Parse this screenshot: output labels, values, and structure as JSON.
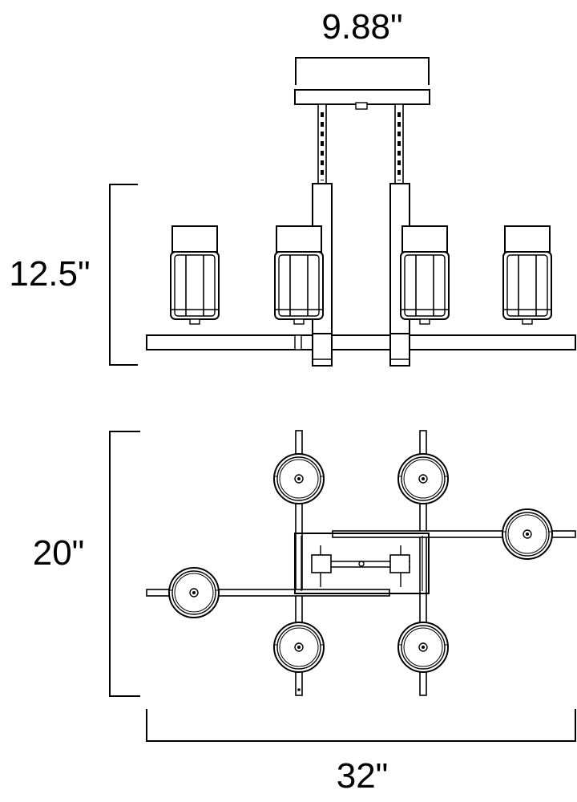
{
  "dimensions": {
    "canopy_width": "9.88\"",
    "height": "12.5\"",
    "depth": "20\"",
    "width": "32\""
  },
  "colors": {
    "line": "#000000",
    "background": "#ffffff",
    "shade": "#a0a0a0"
  }
}
